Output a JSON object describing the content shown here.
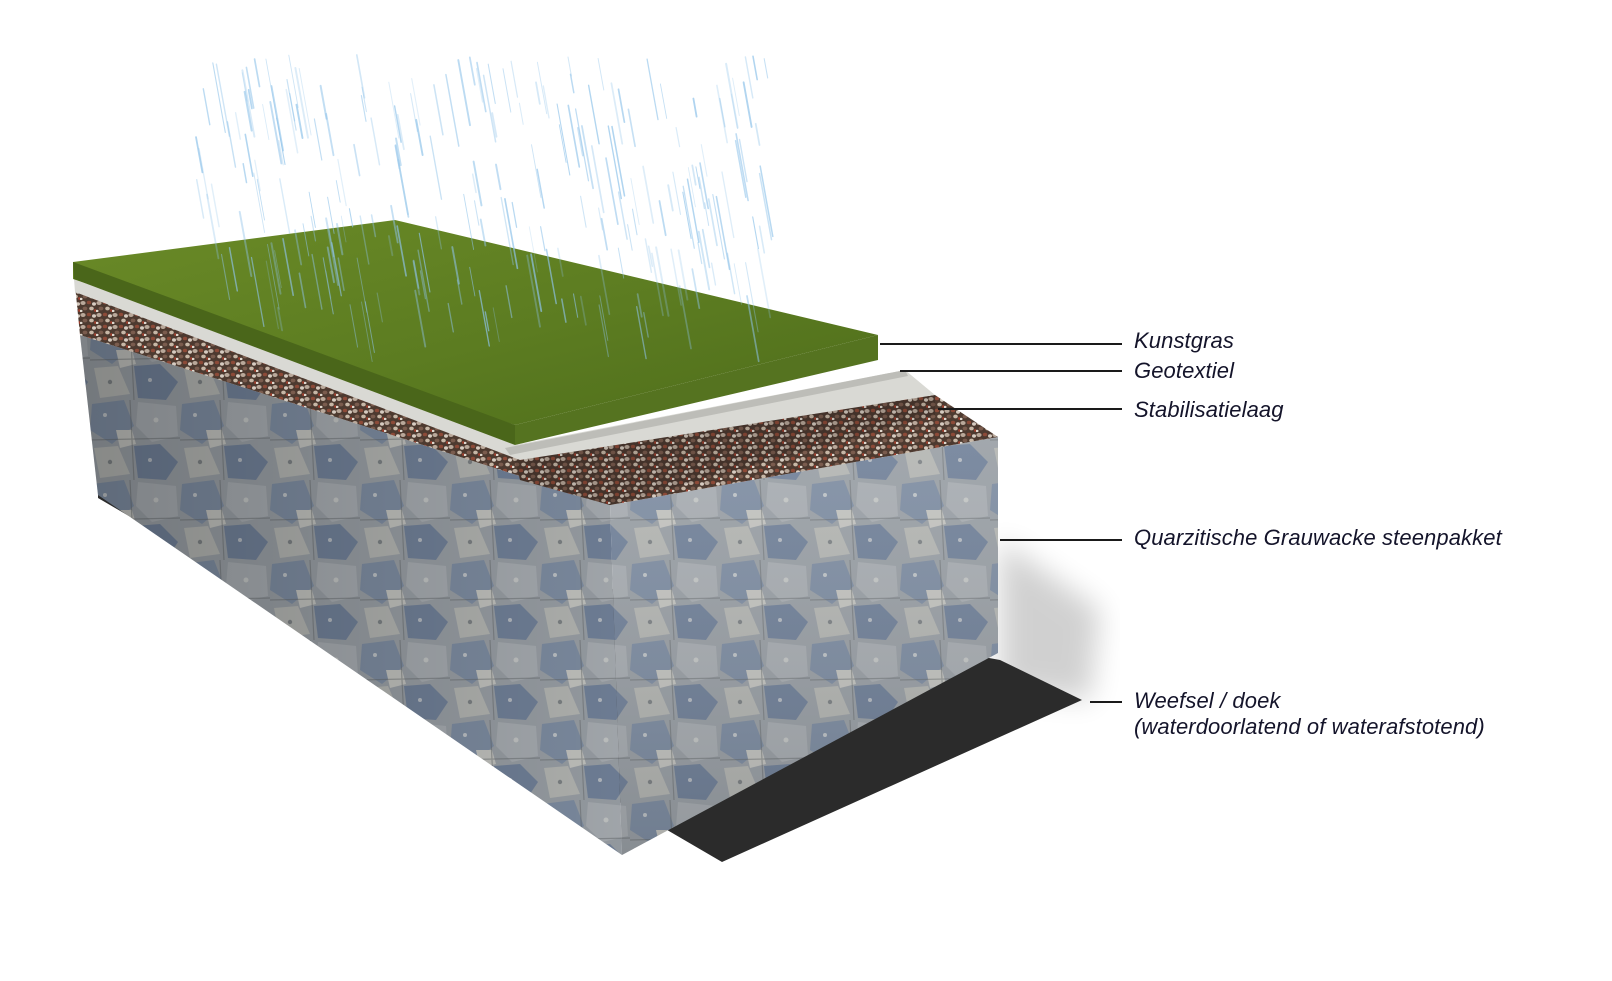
{
  "labels": {
    "kunstgras": "Kunstgras",
    "geotextiel": "Geotextiel",
    "stabilisatielaag": "Stabilisatielaag",
    "steenpakket": "Quarzitische Grauwacke steenpakket",
    "weefsel_line1": "Weefsel / doek",
    "weefsel_line2": "(waterdoorlatend of waterafstotend)"
  },
  "colors": {
    "grass_top": "#5f7d22",
    "grass_side": "#4e6a1c",
    "geotextile": "#d9d9d4",
    "gravel_base": "#6a4a3a",
    "stone_base": "#8e949a",
    "membrane": "#2b2b2b",
    "rain": "#8fc3ea",
    "leader_line": "#1a1a1a",
    "label_text": "#14142a"
  }
}
